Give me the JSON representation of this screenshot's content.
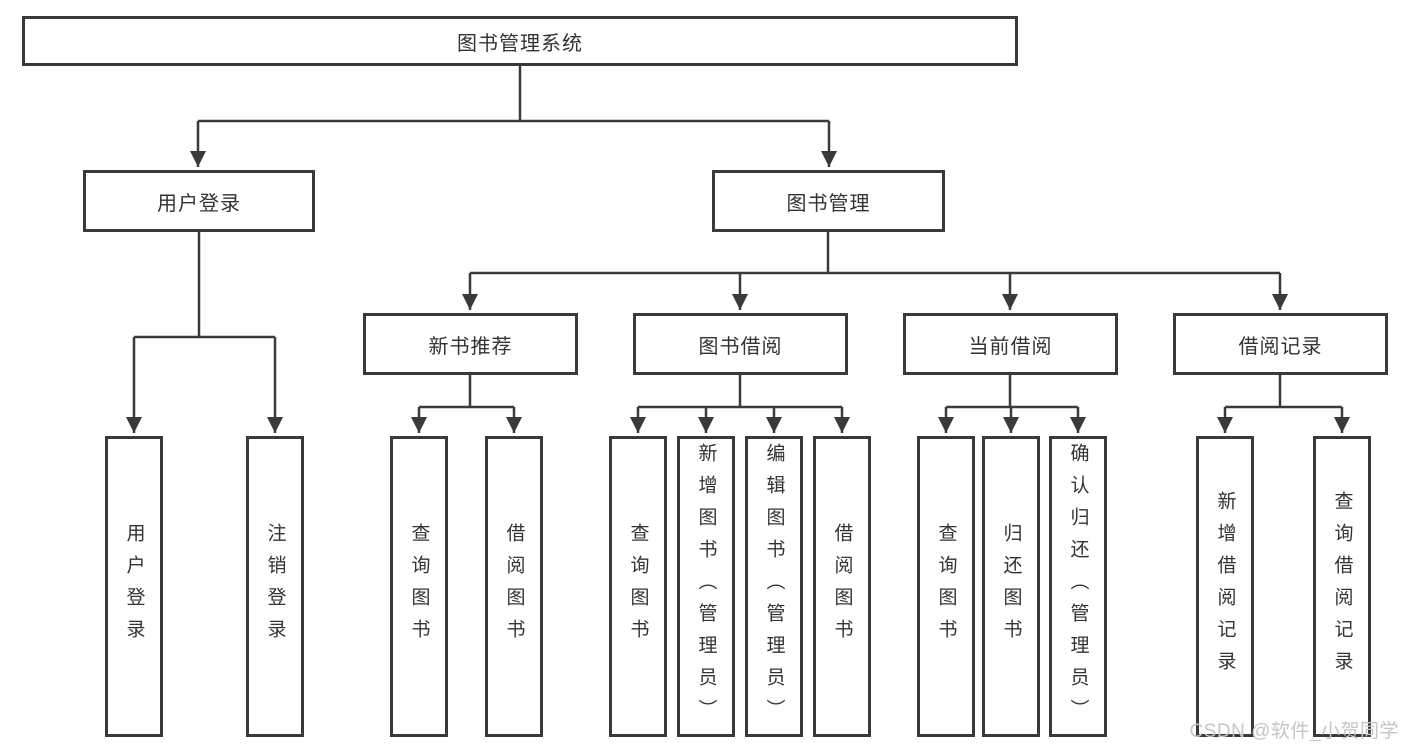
{
  "diagram": {
    "title": "图书管理系统",
    "nodes": {
      "root": "图书管理系统",
      "user_login": "用户登录",
      "book_mgmt": "图书管理",
      "new_book_recommend": "新书推荐",
      "book_borrow": "图书借阅",
      "current_borrow": "当前借阅",
      "borrow_records": "借阅记录",
      "user_login_children": [
        "用户登录",
        "注销登录"
      ],
      "new_book_children": [
        "查询图书",
        "借阅图书"
      ],
      "book_borrow_children": [
        "查询图书",
        "新增图书（管理员）",
        "编辑图书（管理员）",
        "借阅图书"
      ],
      "current_borrow_children": [
        "查询图书",
        "归还图书",
        "确认归还（管理员）"
      ],
      "borrow_records_children": [
        "新增借阅记录",
        "查询借阅记录"
      ]
    },
    "watermark": "CSDN @软件_小贺同学",
    "colors": {
      "line": "#3a3a3a",
      "box_border": "#3a3a3a",
      "text": "#333333",
      "background": "#ffffff",
      "watermark": "#c6c6c6"
    }
  }
}
